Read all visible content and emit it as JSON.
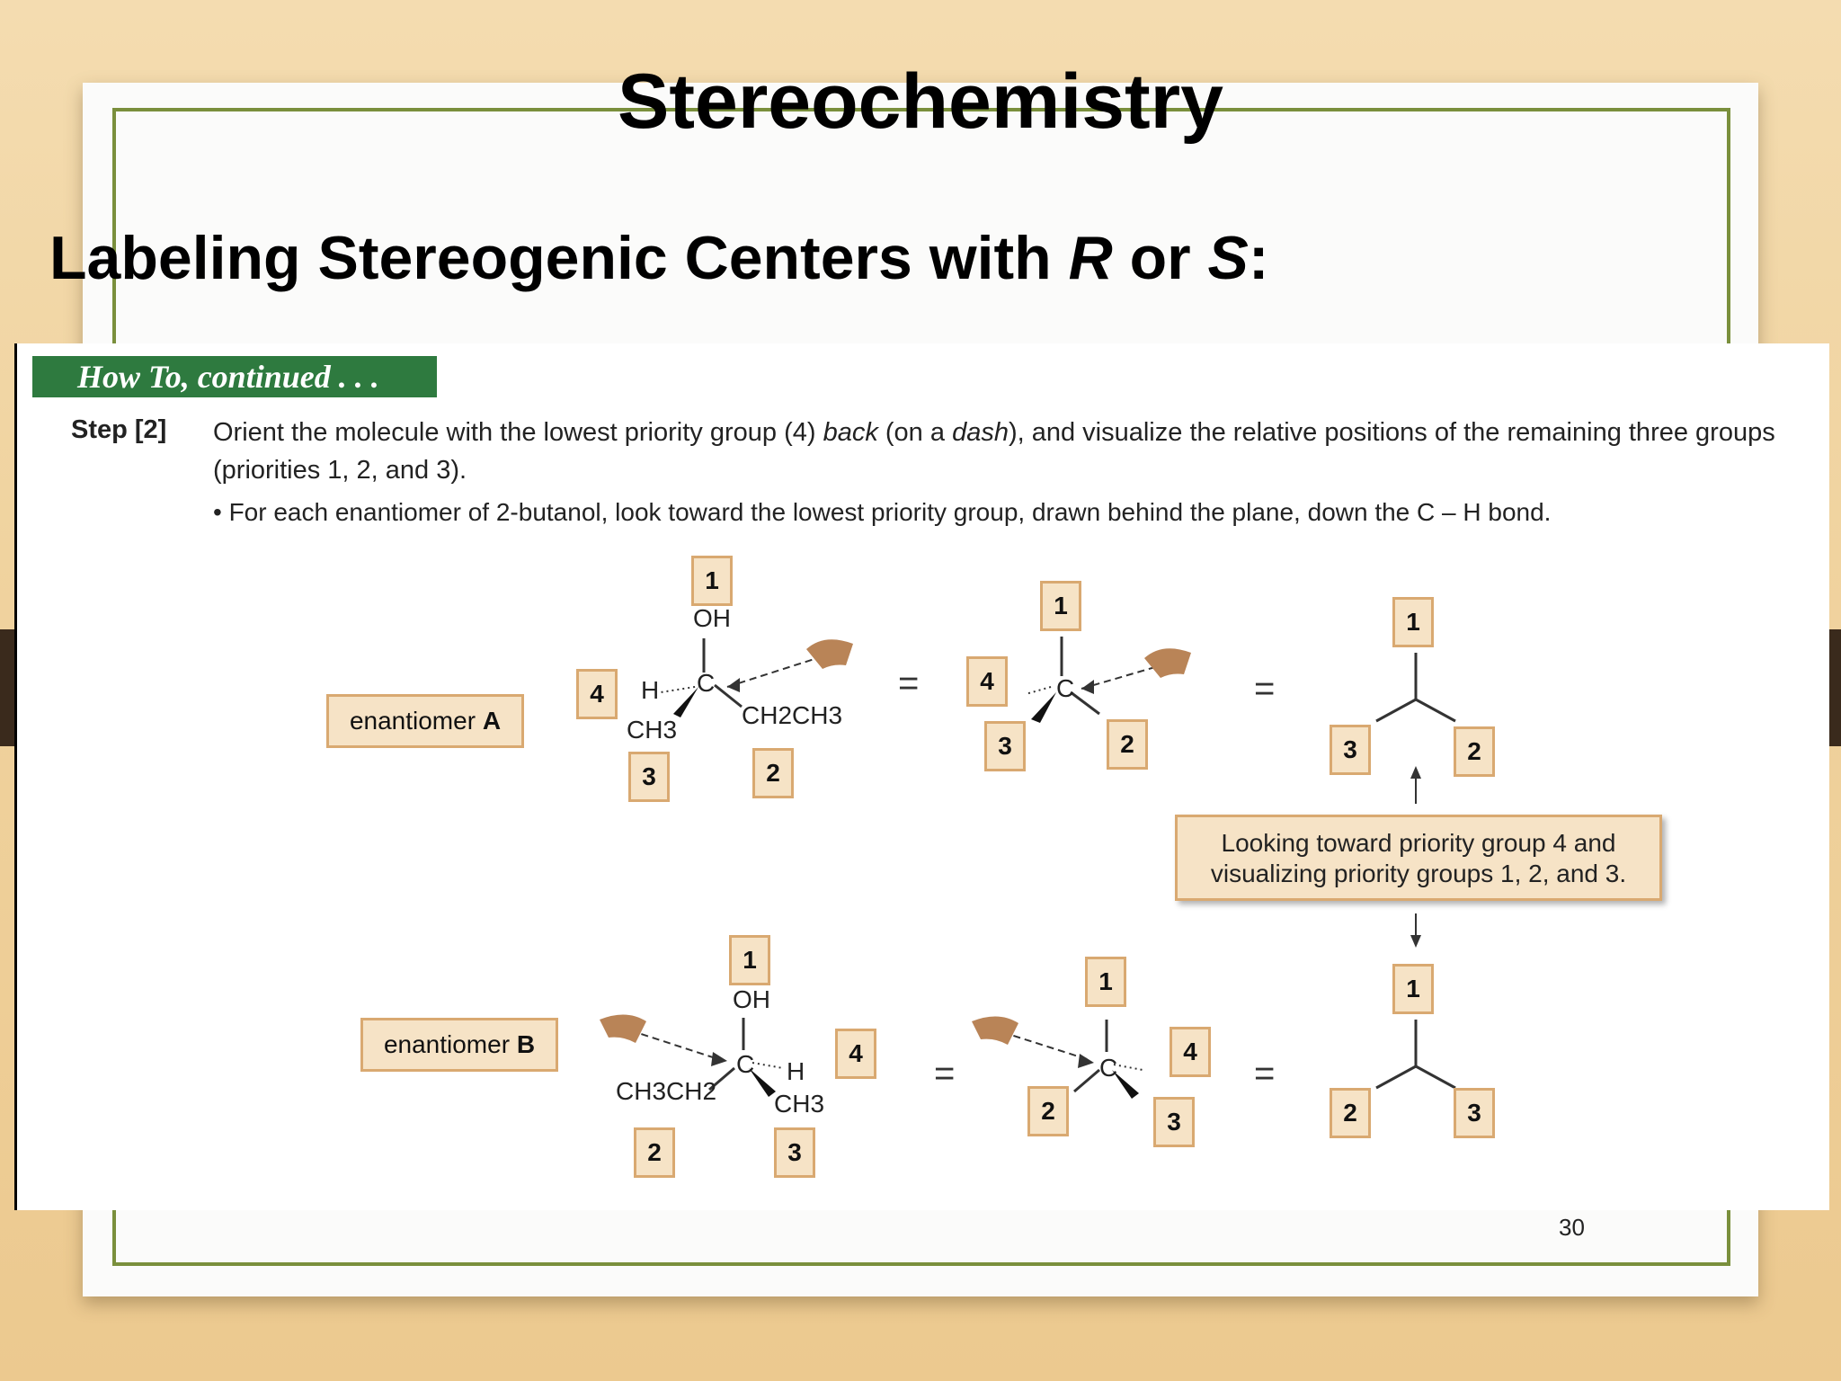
{
  "slide": {
    "title": "Stereochemistry",
    "subtitle_parts": [
      "Labeling Stereogenic Centers with ",
      "R",
      " or ",
      "S",
      ":"
    ],
    "page_number": "30"
  },
  "figure": {
    "badge": "How To, continued . . .",
    "step_label": "Step [2]",
    "step_text_parts": [
      "Orient the molecule with the lowest priority group (4) ",
      "back",
      " (on a ",
      "dash",
      "), and visualize the relative positions of the remaining three groups (priorities 1, 2, and 3)."
    ],
    "bullet": "• For each enantiomer of 2-butanol, look toward the lowest priority group, drawn behind the plane, down the C – H bond.",
    "enantiomer_a_parts": [
      "enantiomer ",
      "A"
    ],
    "enantiomer_b_parts": [
      "enantiomer ",
      "B"
    ],
    "callout": "Looking toward priority group 4 and visualizing priority groups 1, 2, and 3.",
    "equals": "=",
    "labels": {
      "oh": "OH",
      "c": "C",
      "h": "H",
      "ch3": "CH3",
      "ch2ch3": "CH2CH3",
      "ch3ch2": "CH3CH2"
    },
    "priorities": {
      "one": "1",
      "two": "2",
      "three": "3",
      "four": "4"
    }
  }
}
